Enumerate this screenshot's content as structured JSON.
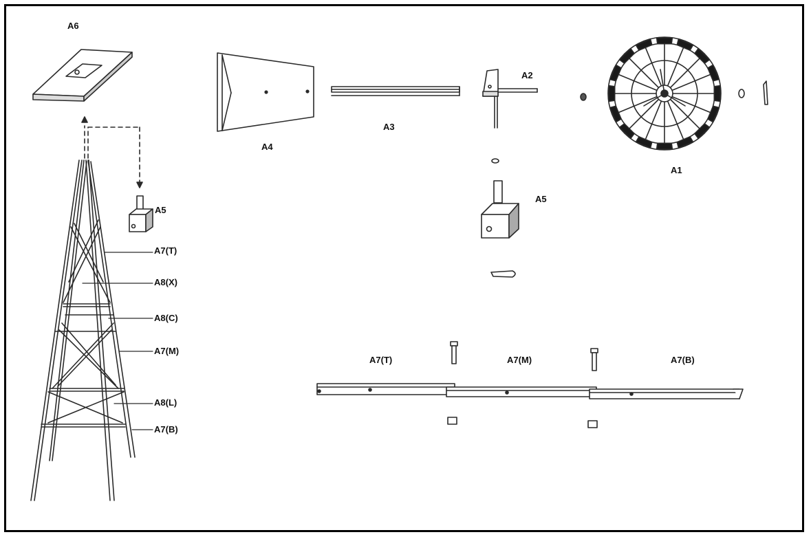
{
  "labels": {
    "A6": "A6",
    "A4": "A4",
    "A3": "A3",
    "A2": "A2",
    "A1": "A1",
    "A5_tower": "A5",
    "A5_detail": "A5",
    "A7T_tower": "A7(T)",
    "A8X": "A8(X)",
    "A8C": "A8(C)",
    "A7M_tower": "A7(M)",
    "A8L": "A8(L)",
    "A7B_tower": "A7(B)",
    "A7T_leg": "A7(T)",
    "A7M_leg": "A7(M)",
    "A7B_leg": "A7(B)"
  },
  "colors": {
    "line": "#2a2a2a",
    "fill": "#ffffff",
    "dark": "#1a1a1a",
    "border": "#000000"
  },
  "icons": {
    "wheel_blades": 16
  }
}
